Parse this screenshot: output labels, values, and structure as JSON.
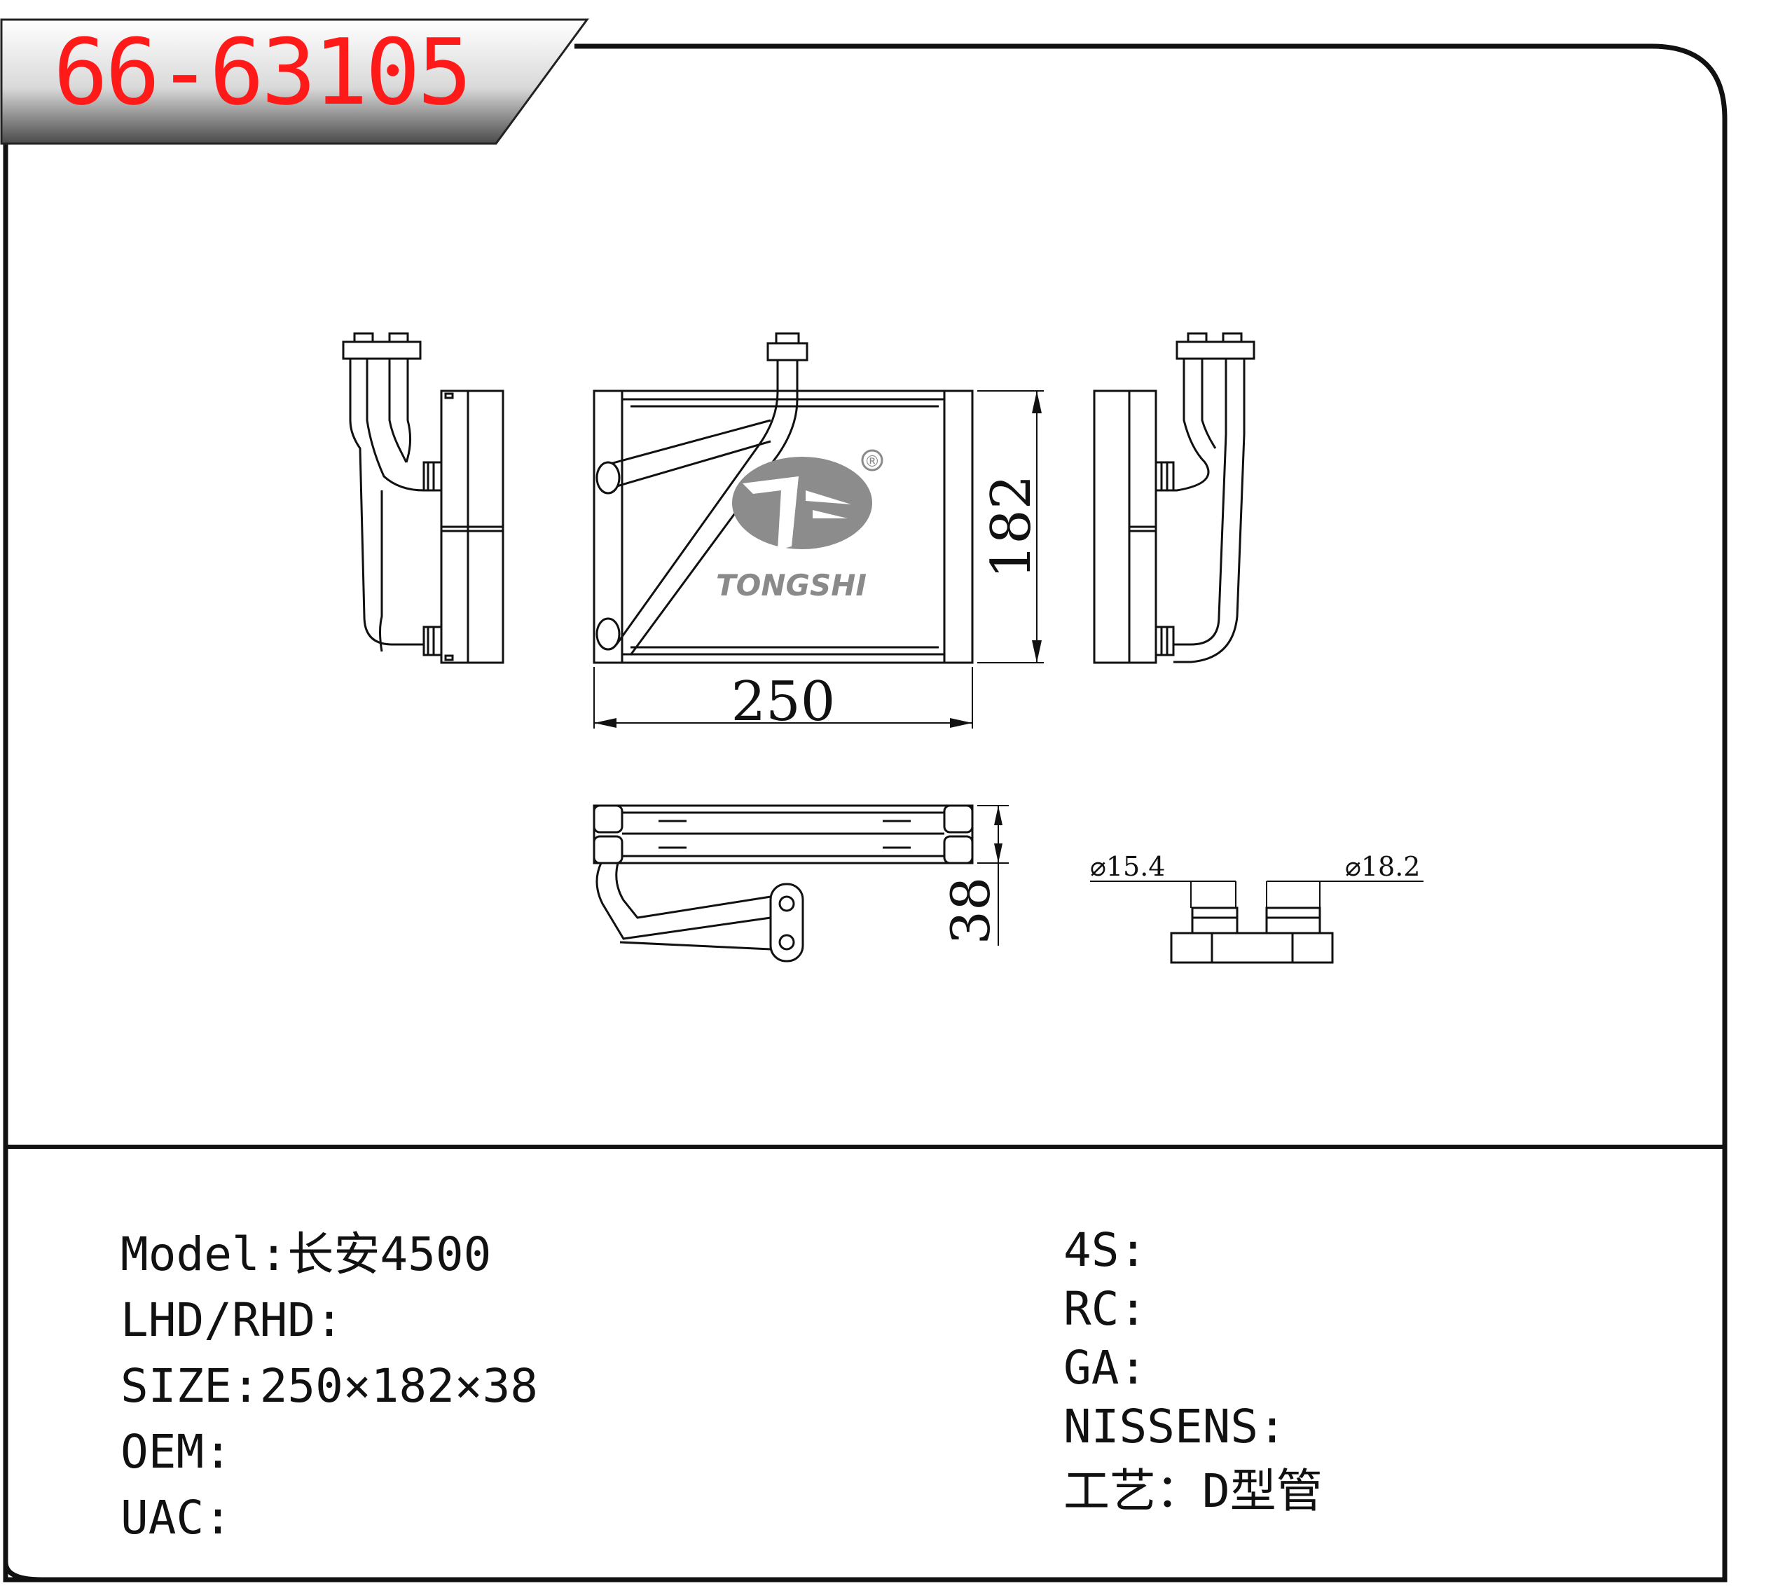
{
  "part_number": "66-63105",
  "brand": {
    "name": "TONGSHI",
    "registered_mark": "®"
  },
  "dimensions": {
    "width": "250",
    "height": "182",
    "depth": "38",
    "pipe_small": "⌀15.4",
    "pipe_large": "⌀18.2"
  },
  "specs_left": [
    {
      "label": "Model:",
      "value": "长安4500"
    },
    {
      "label": "LHD/RHD:",
      "value": ""
    },
    {
      "label": "SIZE:",
      "value": "250×182×38"
    },
    {
      "label": "OEM:",
      "value": ""
    },
    {
      "label": "UAC:",
      "value": ""
    }
  ],
  "specs_right": [
    {
      "label": "4S:",
      "value": ""
    },
    {
      "label": "RC:",
      "value": ""
    },
    {
      "label": "GA:",
      "value": ""
    },
    {
      "label": "NISSENS:",
      "value": ""
    },
    {
      "label": "工艺：",
      "value": "D型管"
    }
  ]
}
